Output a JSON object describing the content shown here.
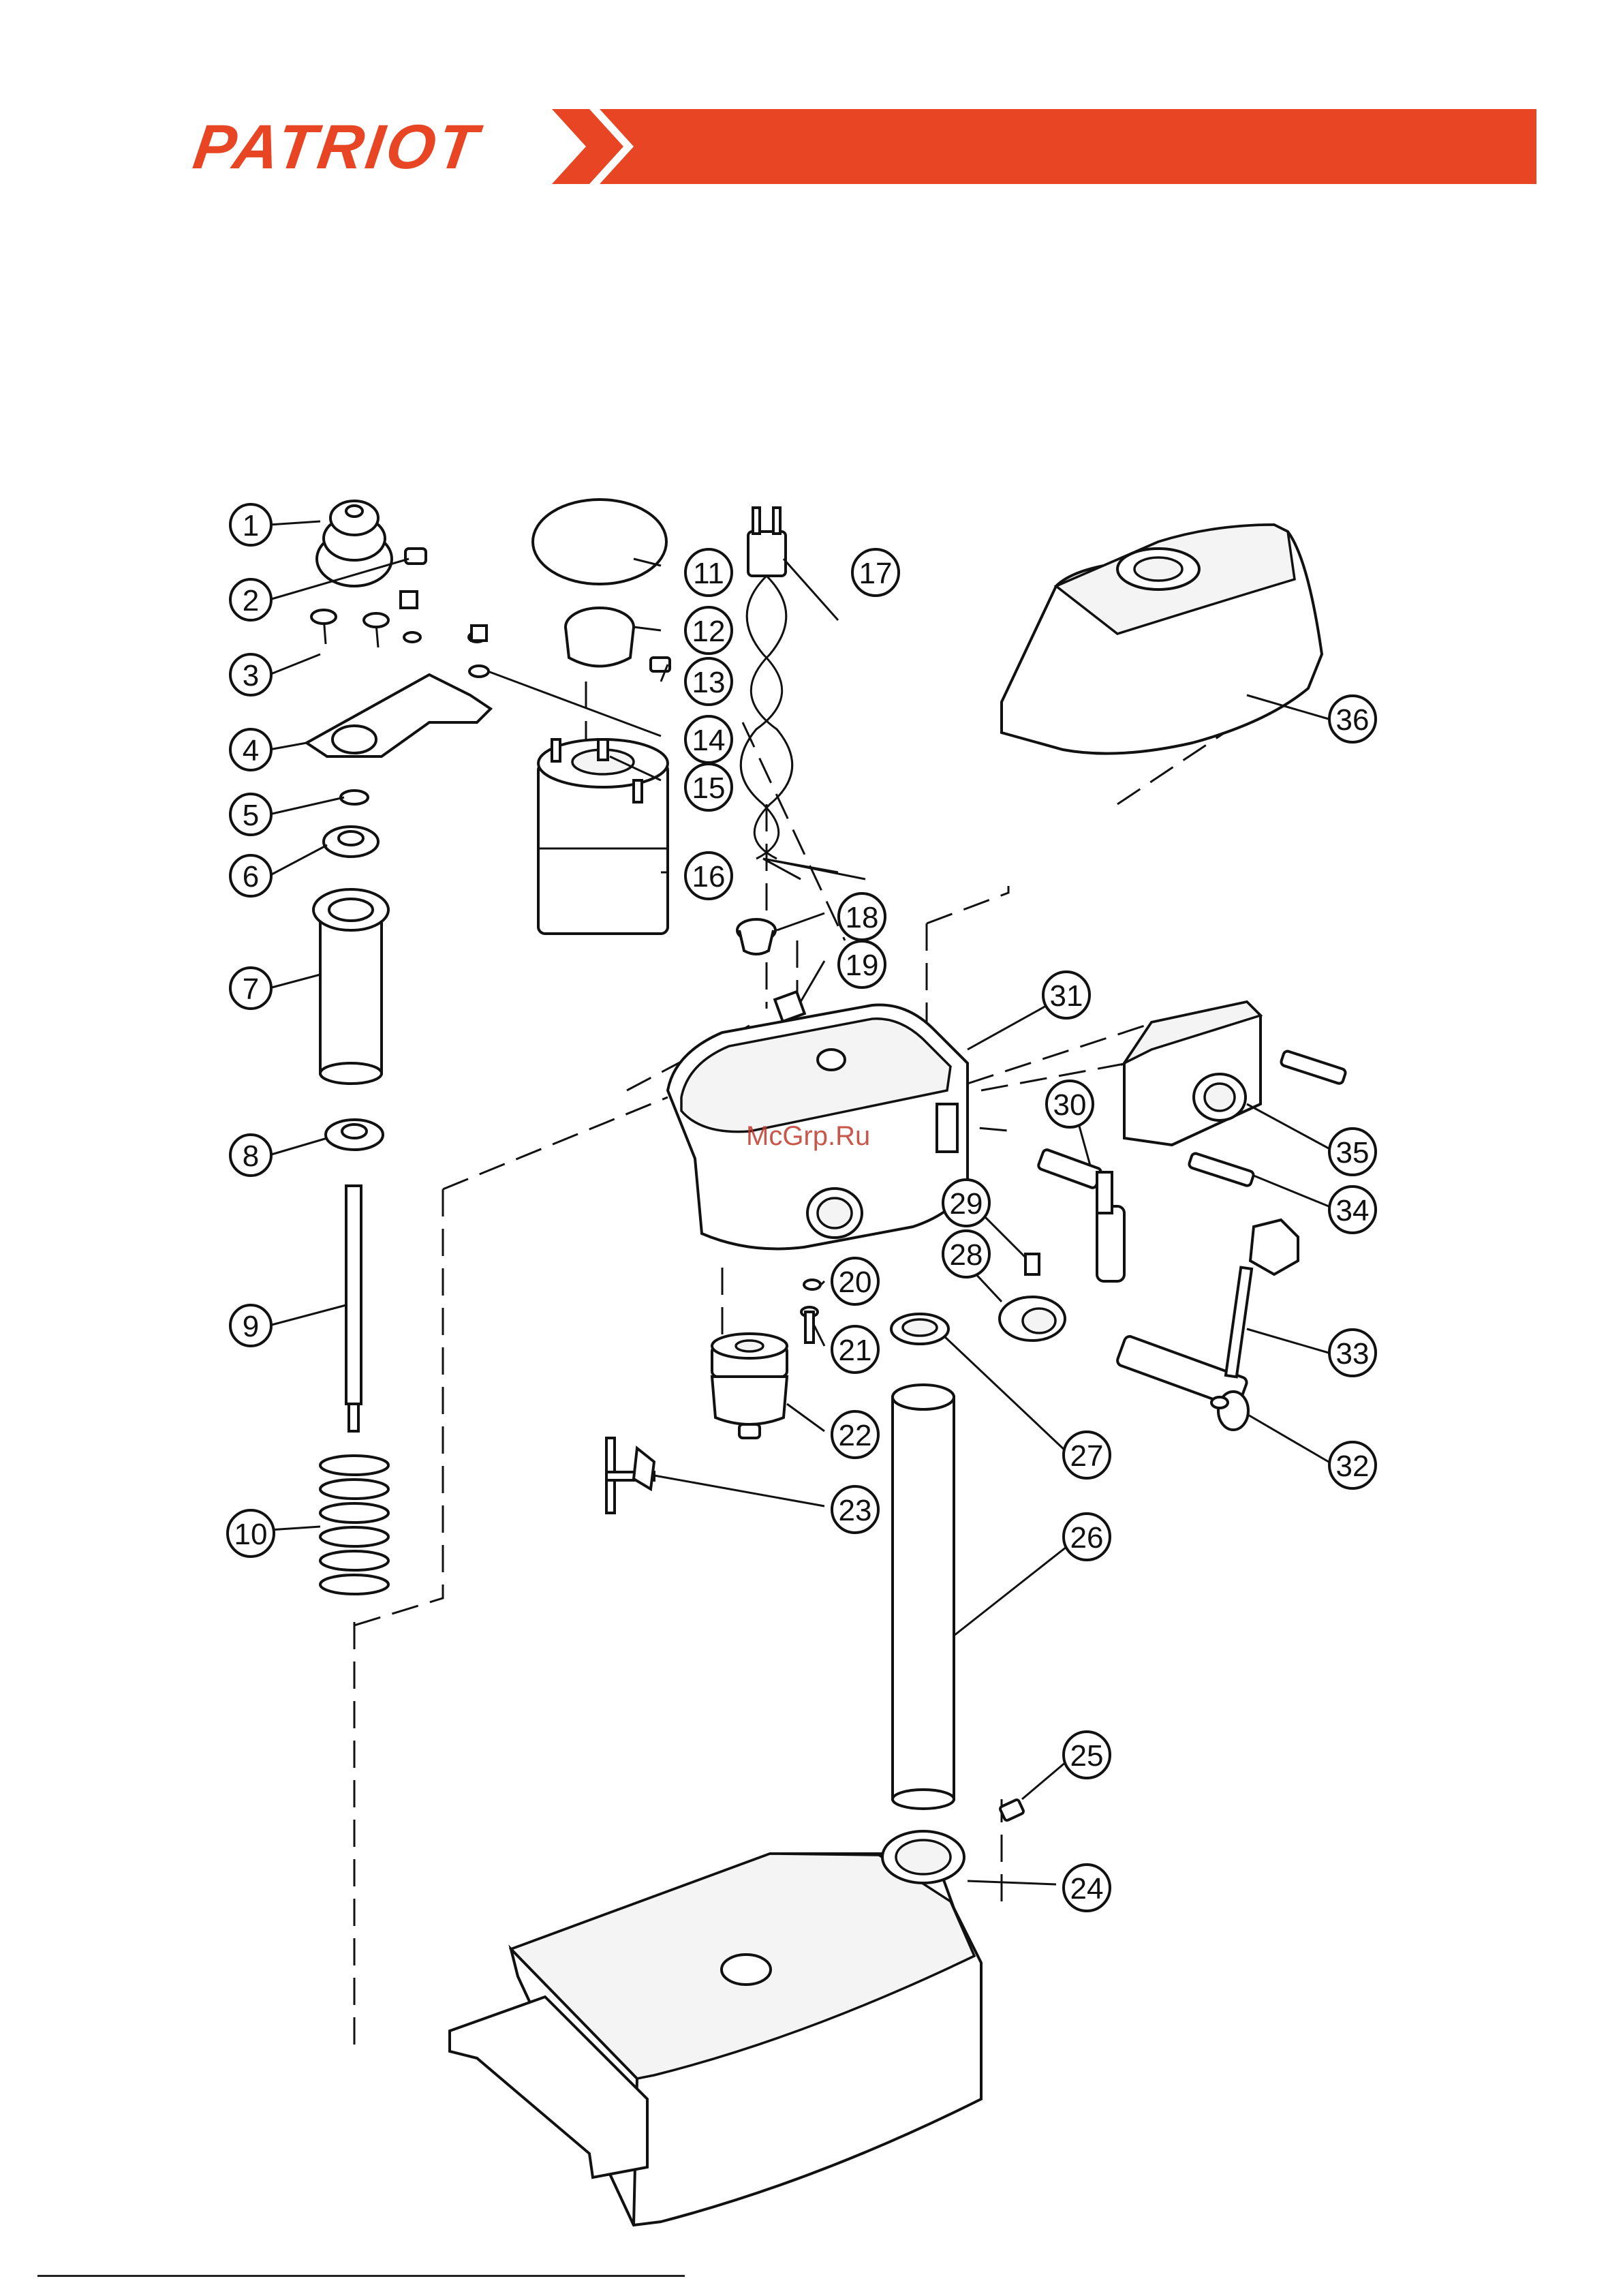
{
  "header": {
    "brand": "PATRIOT",
    "accent_color": "#e84524"
  },
  "watermark": "McGrp.Ru",
  "callouts": [
    {
      "label": "1"
    },
    {
      "label": "2"
    },
    {
      "label": "3"
    },
    {
      "label": "4"
    },
    {
      "label": "5"
    },
    {
      "label": "6"
    },
    {
      "label": "7"
    },
    {
      "label": "8"
    },
    {
      "label": "9"
    },
    {
      "label": "10"
    },
    {
      "label": "11"
    },
    {
      "label": "12"
    },
    {
      "label": "13"
    },
    {
      "label": "14"
    },
    {
      "label": "15"
    },
    {
      "label": "16"
    },
    {
      "label": "17"
    },
    {
      "label": "18"
    },
    {
      "label": "19"
    },
    {
      "label": "20"
    },
    {
      "label": "21"
    },
    {
      "label": "22"
    },
    {
      "label": "23"
    },
    {
      "label": "24"
    },
    {
      "label": "25"
    },
    {
      "label": "26"
    },
    {
      "label": "27"
    },
    {
      "label": "28"
    },
    {
      "label": "29"
    },
    {
      "label": "30"
    },
    {
      "label": "31"
    },
    {
      "label": "32"
    },
    {
      "label": "33"
    },
    {
      "label": "34"
    },
    {
      "label": "35"
    },
    {
      "label": "36"
    }
  ]
}
